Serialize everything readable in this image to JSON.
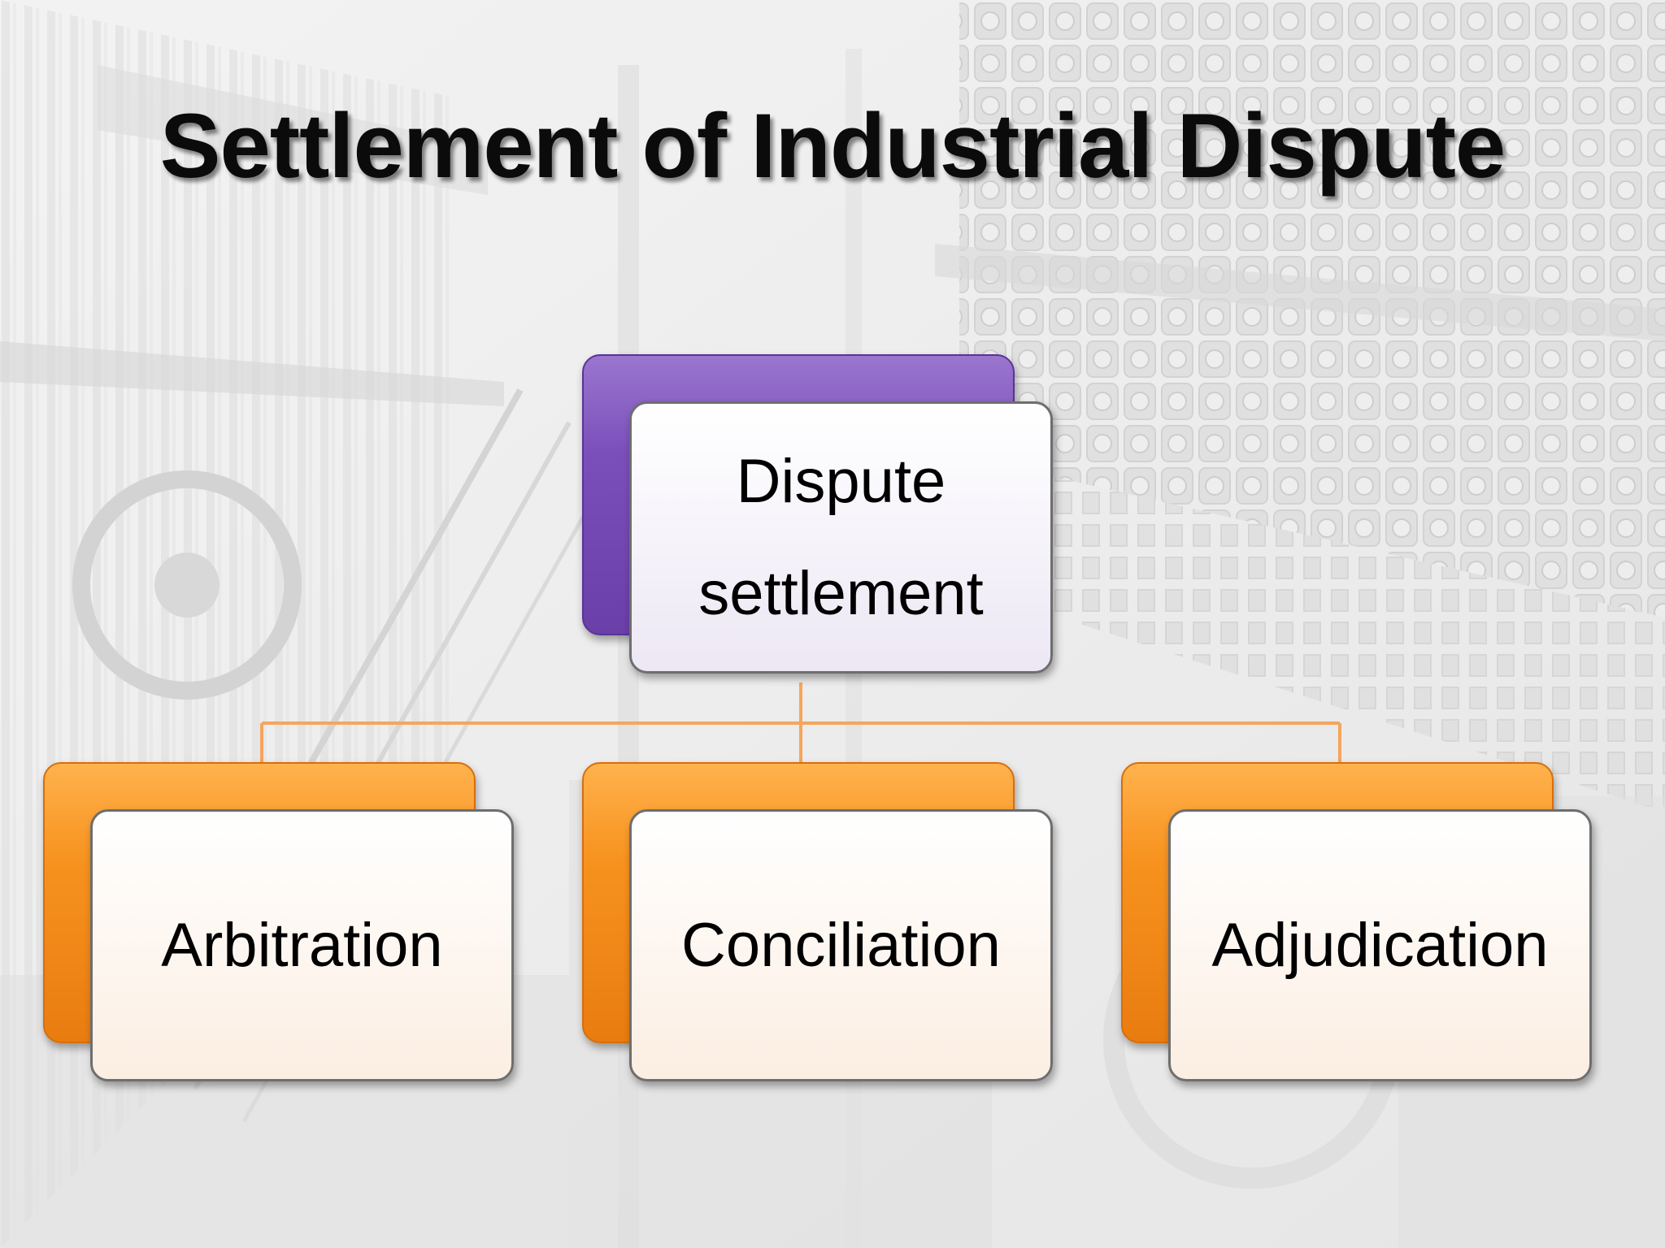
{
  "slide": {
    "title": "Settlement of Industrial Dispute"
  },
  "diagram": {
    "type": "hierarchy",
    "root": {
      "label_line1": "Dispute",
      "label_line2": "settlement"
    },
    "children": [
      {
        "label": "Arbitration"
      },
      {
        "label": "Conciliation"
      },
      {
        "label": "Adjudication"
      }
    ]
  },
  "colors": {
    "root_accent": "#7b4fba",
    "child_accent": "#f7921e",
    "connector": "#f6a55c",
    "title_text": "#0b0b0b"
  }
}
